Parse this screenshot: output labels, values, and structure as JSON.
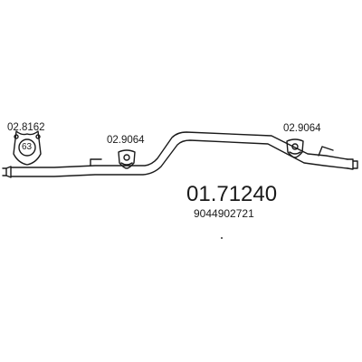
{
  "diagram": {
    "part_number": "01.71240",
    "oem_number": "9044902721",
    "components": [
      {
        "ref": "02.8162",
        "type": "gasket",
        "badge": "63"
      },
      {
        "ref": "02.9064",
        "type": "rubber-hanger"
      },
      {
        "ref": "02.9064",
        "type": "rubber-hanger"
      }
    ]
  }
}
